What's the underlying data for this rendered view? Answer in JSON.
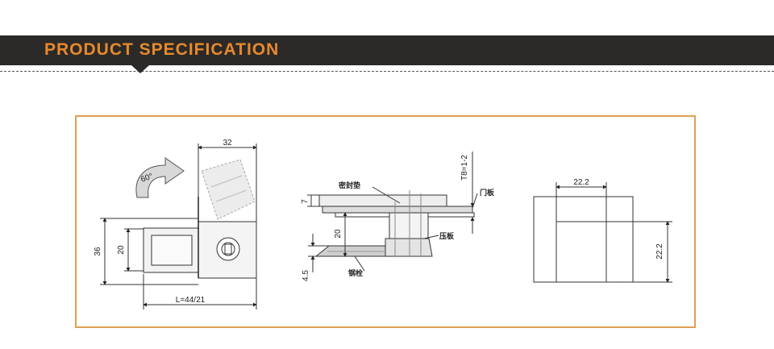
{
  "header": {
    "title": "PRODUCT  SPECIFICATION",
    "bar_color": "#2b2a28",
    "title_color": "#e8892c"
  },
  "frame": {
    "border_color": "#e0a050"
  },
  "figure_left": {
    "rotation_label": "60°",
    "dim_top": "32",
    "dim_outer_height": "36",
    "dim_inner_height": "20",
    "dim_length": "L=44/21"
  },
  "figure_middle": {
    "dim_thickness": "T8=1-2",
    "dim_7": "7",
    "dim_20": "20",
    "dim_45": "4.5",
    "label_seal": "密封垫",
    "label_door": "门板",
    "label_plate": "压板",
    "label_bolt": "钢栓"
  },
  "figure_right": {
    "dim_width": "22.2",
    "dim_height": "22.2"
  }
}
